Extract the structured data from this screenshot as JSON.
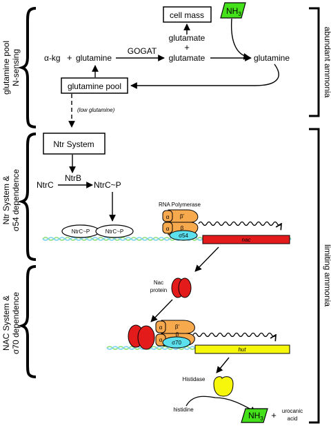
{
  "side_labels": {
    "glutamine_pool_line1": "glutamine pool",
    "glutamine_pool_line2": "N-sensing",
    "ntr_line1": "Ntr System &",
    "ntr_line2": "σ54 dependence",
    "nac_line1": "NAC System &",
    "nac_line2": "σ70 dependence",
    "abundant": "abundant ammonia",
    "limiting": "limiting ammonia"
  },
  "top": {
    "cell_mass": "cell mass",
    "nh3_prefix": "NH",
    "nh3_sub": "3",
    "glutamate1": "glutamate",
    "plus": "+",
    "glutamate2": "glutamate",
    "alpha_kg": "α-kg",
    "plus2": "+",
    "glutamine_left": "glutamine",
    "gogat": "GOGAT",
    "glutamine_right": "glutamine",
    "glutamine_pool": "glutamine pool",
    "low_glutamine": "(low glutamine)"
  },
  "ntr": {
    "ntr_system": "Ntr System",
    "ntrc": "NtrC",
    "ntrb": "NtrB",
    "ntrcp": "NtrC~P",
    "bound1": "NtrC~P",
    "bound2": "NtrC~P",
    "rna_polymerase": "RNA Polymerase",
    "alpha": "α",
    "beta_prime": "β'",
    "beta": "β",
    "sigma54": "σ54",
    "gene_nac": "nac"
  },
  "nac": {
    "nac_protein_line1": "Nac",
    "nac_protein_line2": "protein",
    "alpha": "α",
    "beta_prime": "β'",
    "beta": "β",
    "sigma70": "σ70",
    "gene_hut": "hut"
  },
  "bottom": {
    "histidase": "Histidase",
    "histidine": "histidine",
    "nh3_prefix": "NH",
    "nh3_sub": "3",
    "plus": "+",
    "urocanic_line1": "urocanic",
    "urocanic_line2": "acid"
  },
  "colors": {
    "green": "#44e01a",
    "orange": "#f7a94e",
    "cyan": "#5ce0ee",
    "red": "#e41b1b",
    "yellow": "#f7f70c",
    "dna_green": "#8fe07a",
    "dna_blue": "#7fd2f5"
  }
}
